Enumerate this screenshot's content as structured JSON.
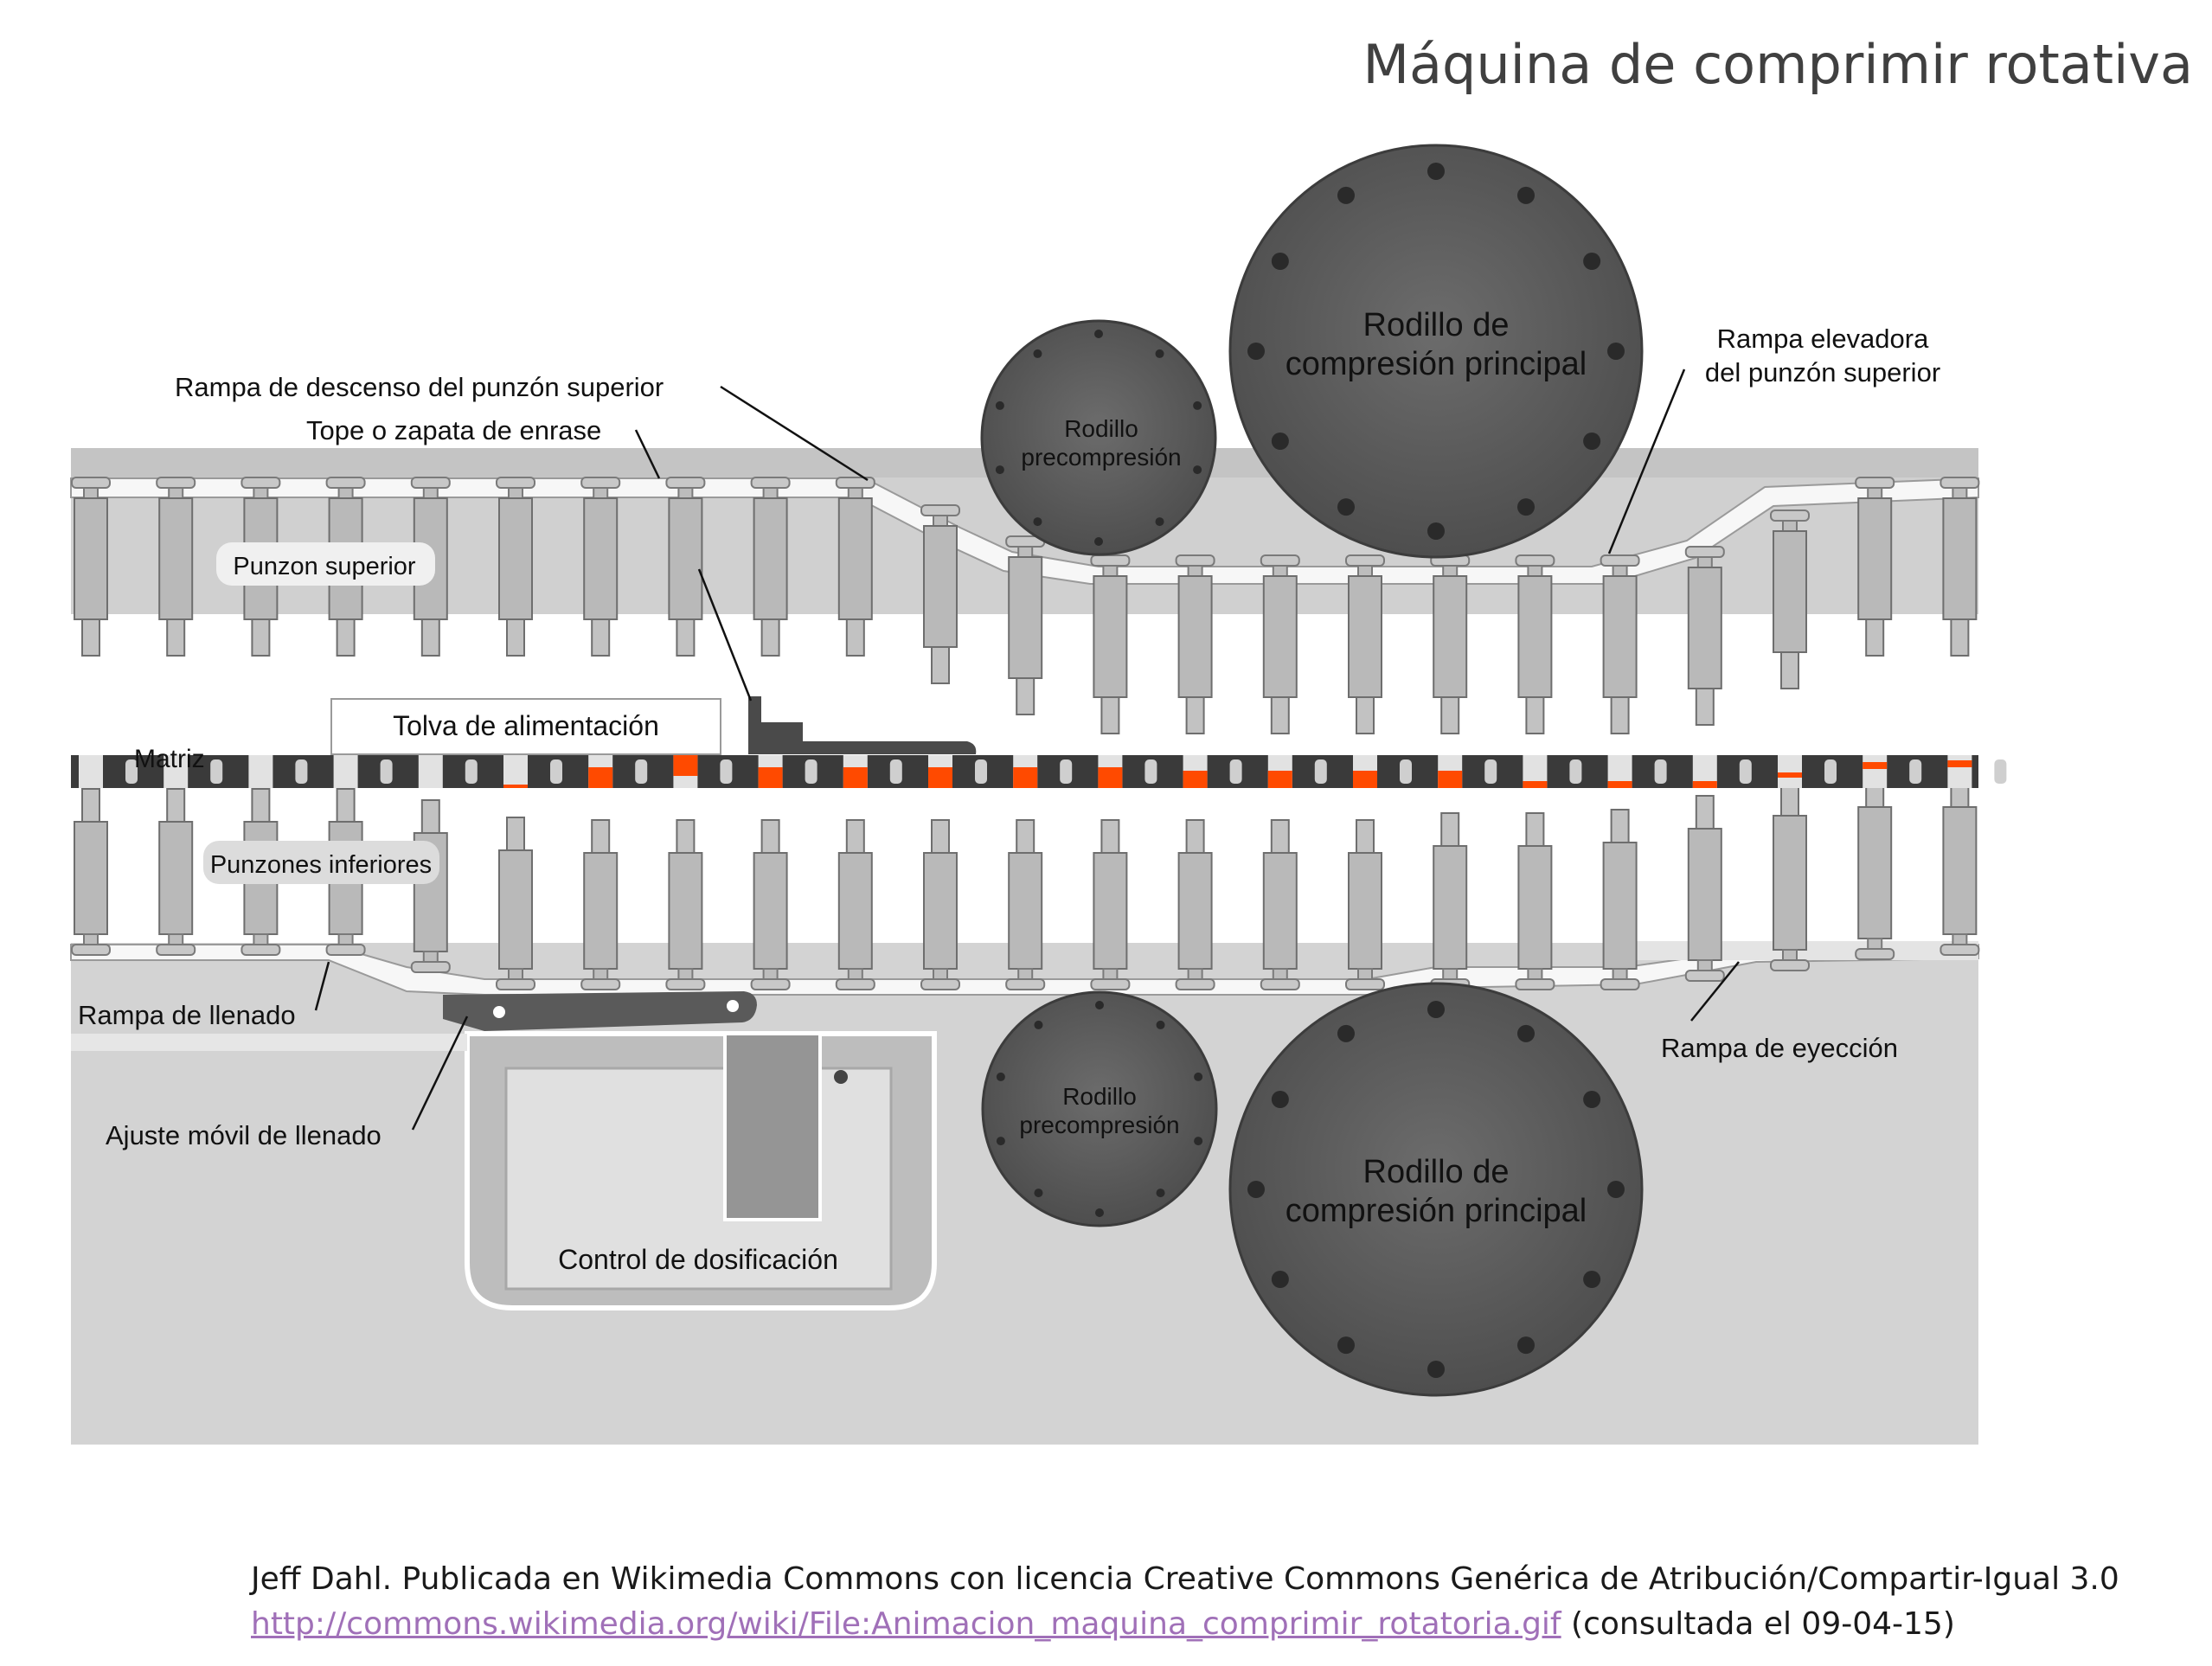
{
  "title": "Máquina de comprimir rotativa",
  "labels": {
    "rampa_descenso": "Rampa de descenso del punzón superior",
    "tope_zapata": "Tope o zapata de enrase",
    "punzon_superior": "Punzon superior",
    "tolva": "Tolva de alimentación",
    "matriz": "Matriz",
    "punzones_inferiores": "Punzones inferiores",
    "rampa_llenado": "Rampa de llenado",
    "ajuste_movil": "Ajuste móvil de llenado",
    "control_dosificacion": "Control de dosificación",
    "rodillo_pre_1": "Rodillo",
    "rodillo_pre_2": "precompresión",
    "rodillo_main_1": "Rodillo de",
    "rodillo_main_2": "compresión principal",
    "rampa_elevadora_1": "Rampa elevadora",
    "rampa_elevadora_2": "del punzón superior",
    "rampa_eyeccion": "Rampa de eyección"
  },
  "credit": {
    "line1": "Jeff Dahl. Publicada en Wikimedia Commons con  licencia Creative Commons Genérica de Atribución/Compartir-Igual 3.0",
    "link": "http://commons.wikimedia.org/wiki/File:Animacion_maquina_comprimir_rotatoria.gif",
    "suffix": " (consultada el 09-04-15)"
  },
  "colors": {
    "frame": "#d2d2d2",
    "punch": "#b9b9b9",
    "roller": "#5c5c5c",
    "die": "#3a3a3a",
    "powder": "#ff4a00"
  }
}
